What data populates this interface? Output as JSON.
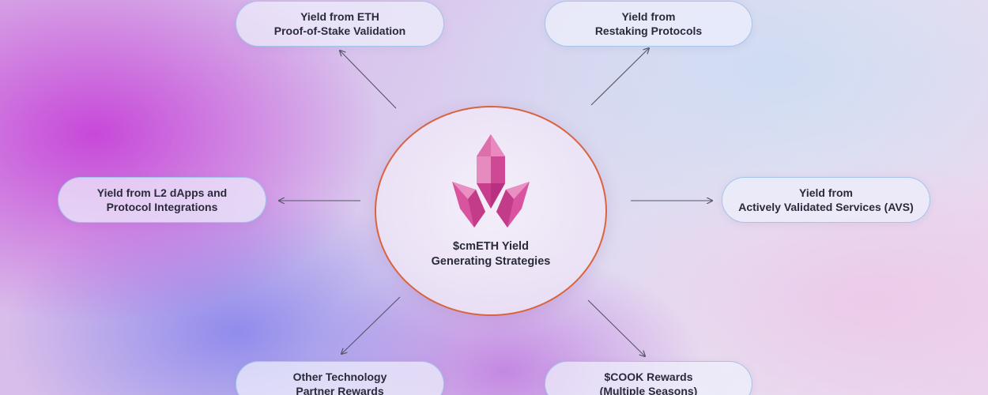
{
  "diagram": {
    "center": {
      "line1": "$cmETH Yield",
      "line2": "Generating Strategies"
    },
    "nodes": {
      "eth_pos": {
        "line1": "Yield from ETH",
        "line2": "Proof-of-Stake Validation"
      },
      "restaking": {
        "line1": "Yield from",
        "line2": "Restaking Protocols"
      },
      "l2": {
        "line1": "Yield from L2 dApps and",
        "line2": "Protocol Integrations"
      },
      "avs": {
        "line1": "Yield from",
        "line2": "Actively Validated Services (AVS)"
      },
      "partner": {
        "line1": "Other Technology",
        "line2": "Partner Rewards"
      },
      "cook": {
        "line1": "$COOK Rewards",
        "line2": "(Multiple Seasons)"
      }
    }
  },
  "colors": {
    "text": "#2a2a3a",
    "circle_border": "#d8643f",
    "pill_border": "#96bee6",
    "arrow": "#555566",
    "gem_light": "#e377b4",
    "gem_mid": "#d34d9b",
    "gem_dark": "#b8307f"
  },
  "icons": {
    "logo": "pink-gem-sprout-logo",
    "arrows": "arrow-icon"
  }
}
